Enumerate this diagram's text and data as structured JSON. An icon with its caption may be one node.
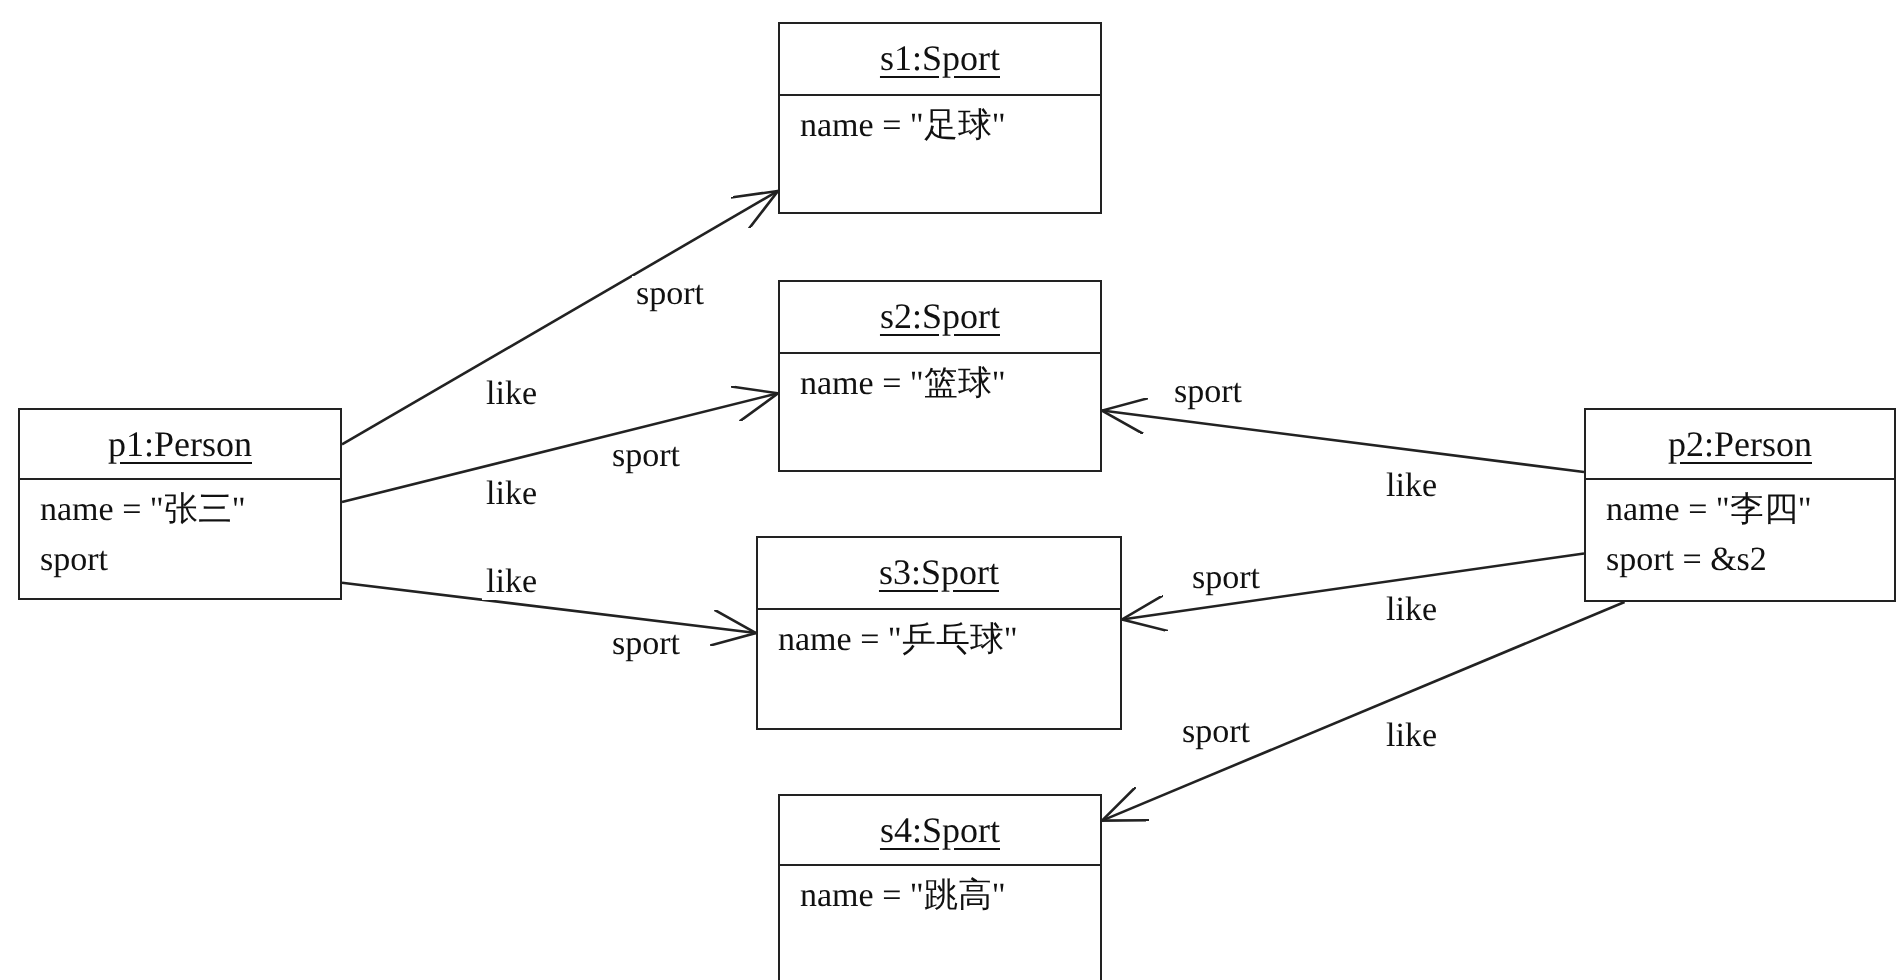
{
  "diagram": {
    "nodes": [
      {
        "text": [
          "s1:Sport",
          "name = \"足球\""
        ]
      },
      {
        "text": [
          "s2:Sport",
          "name = \"篮球\""
        ]
      },
      {
        "text": [
          "p1:Person",
          "name = \"张三\"",
          "sport"
        ]
      },
      {
        "text": [
          "s3:Sport",
          "name = \"乒乓球\""
        ]
      },
      {
        "text": [
          "s4:Sport",
          "name = \"跳高\""
        ]
      },
      {
        "text": [
          "p2:Person",
          "name = \"李四\"",
          "sport = &s2"
        ]
      }
    ],
    "edges": [
      {
        "from": 2,
        "to": 0,
        "arrow": "to",
        "label": "sport"
      },
      {
        "from": 2,
        "to": 1,
        "arrow": "to",
        "label": "sport"
      },
      {
        "from": 2,
        "to": 3,
        "arrow": "to",
        "label": "sport"
      },
      {
        "from": 5,
        "to": 1,
        "arrow": "to",
        "label": "sport"
      },
      {
        "from": 5,
        "to": 3,
        "arrow": "to",
        "label": "sport"
      },
      {
        "from": 5,
        "to": 4,
        "arrow": "to",
        "label": "sport"
      }
    ],
    "labels": [
      "like",
      "like",
      "like",
      "like",
      "like",
      "like"
    ]
  }
}
